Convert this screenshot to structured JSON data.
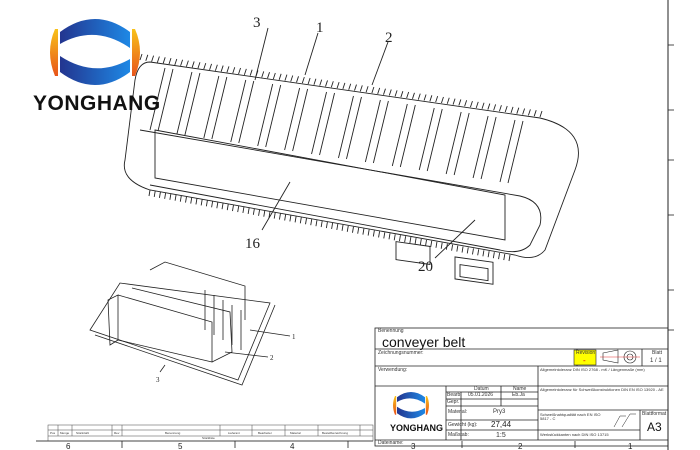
{
  "brand": {
    "name": "YONGHANG",
    "colors": {
      "blue": "#1b5fc4",
      "darkblue": "#23358f",
      "orange": "#f39a1b"
    }
  },
  "main_view": {
    "callouts": [
      "1",
      "2",
      "3",
      "16",
      "20"
    ]
  },
  "detail_view": {
    "callouts": [
      "1",
      "2",
      "3"
    ]
  },
  "title_block": {
    "benennung_label": "Benennung",
    "title": "conveyer belt",
    "zeichnungsnummer_label": "Zeichnungsnummer:",
    "revision_label": "Revision",
    "revision_value": "-",
    "revision_color": "#ffff00",
    "blatt_label": "Blatt",
    "blatt_value": "1 / 1",
    "verwendung_label": "Verwendung:",
    "datum_label": "Datum",
    "name_label": "Name",
    "bearb_label": "Bearb.",
    "bearb_date": "05.01.2026",
    "bearb_name": "Eb.Ja",
    "gepr_label": "Gepr.",
    "material_label": "Material:",
    "material_value": "Pry3",
    "gewicht_label": "Gewicht (kg):",
    "gewicht_value": "27,44",
    "massstab_label": "Maßstab:",
    "massstab_value": "1:5",
    "tolerance_text": "Allgemeintoleranz DIN ISO 2768 - mK / Längenmaße (mm)",
    "weld_tolerance_text": "Allgemeintoleranz für Schweißkonstruktionen DIN EN ISO 13920 - AE",
    "weld_quality_text": "Schweißnahtqualität nach EN ISO 5817 - C",
    "weld_symbol_text": "Werkstückkanten nach DIN ISO 13715",
    "blattformat_label": "Blattformat",
    "blattformat_value": "A3",
    "dateiname_label": "Dateiname:"
  },
  "revision_table": {
    "headers": [
      "Pos",
      "Menge",
      "Stückzahl",
      "Rev",
      "Benennung",
      "Lieferant",
      "Bearbeiter",
      "Material",
      "Bestellbezeichnung"
    ],
    "footer": "Stückliste"
  },
  "zone_numbers": [
    "6",
    "5",
    "4",
    "3",
    "2",
    "1"
  ]
}
